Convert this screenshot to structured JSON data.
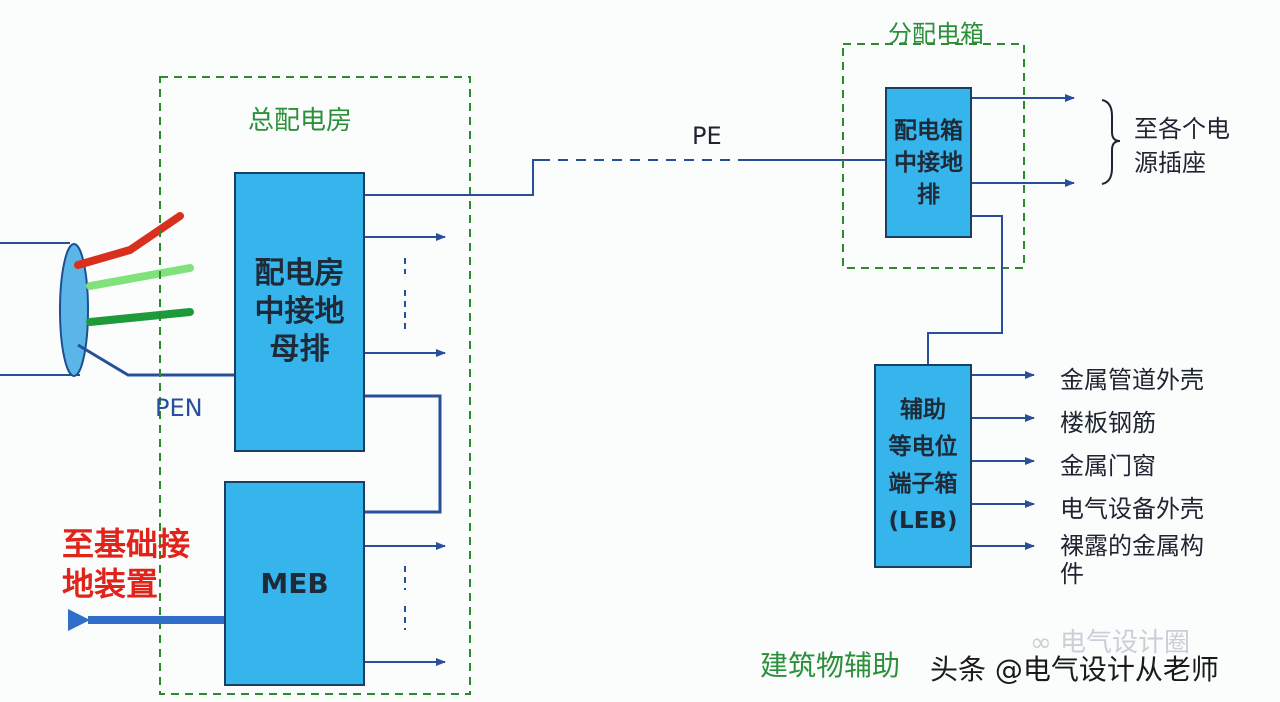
{
  "main_room": {
    "title": "总配电房",
    "ground_bar": "配电房\n中接地\n母排",
    "meb": "MEB",
    "foundation_label": "至基础接\n地装置",
    "pen_label": "PEN"
  },
  "sub_box": {
    "title": "分配电箱",
    "ground_bar": "配电箱\n中接地\n排",
    "outputs_label": "至各个电\n源插座"
  },
  "pe_label": "PE",
  "leb": {
    "label": "辅助\n等电位\n端子箱\n(LEB)",
    "items": [
      "金属管道外壳",
      "楼板钢筋",
      "金属门窗",
      "电气设备外壳",
      "裸露的金属构\n件"
    ]
  },
  "caption": "建筑物辅助",
  "watermark": {
    "brand": "电气设计圈",
    "author": "头条 @电气设计从老师"
  }
}
